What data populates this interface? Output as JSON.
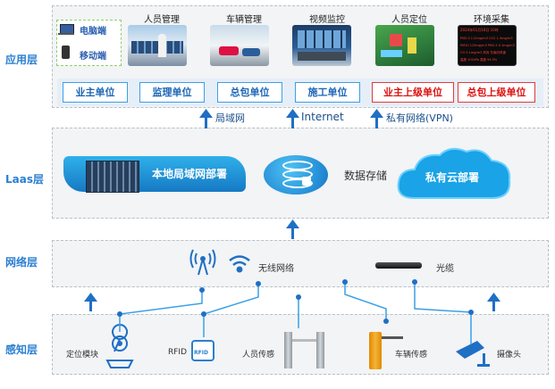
{
  "layers": {
    "application": "应用层",
    "iaas": "Laas层",
    "network": "网络层",
    "perception": "感知层"
  },
  "clients": {
    "pc": "电脑端",
    "mobile": "移动端"
  },
  "apps": [
    "人员管理",
    "车辆管理",
    "视频监控",
    "人员定位",
    "环境采集"
  ],
  "env_screen": {
    "title": "2024年01月18日 10时",
    "lines": [
      "PM2.5 112mg/m3   CO2 1.3mg/m3",
      "PM10 115mg/m3   PM2.5 0.1mg/m3",
      "CO 0.1mg/m3   风向 东南向风速",
      "温度 101kPa   湿度 94.5%"
    ]
  },
  "units": [
    "业主单位",
    "监理单位",
    "总包单位",
    "施工单位",
    "业主上级单位",
    "总包上级单位"
  ],
  "links": [
    "局域网",
    "Internet",
    "私有网络(VPN)"
  ],
  "iaas_items": {
    "local": "本地局域网部署",
    "storage": "数据存储",
    "cloud": "私有云部署"
  },
  "network_items": {
    "wireless": "无线网络",
    "fiber": "光缆"
  },
  "sensors": [
    "定位模块",
    "RFID",
    "人员传感",
    "车辆传感",
    "摄像头"
  ],
  "rfid_badge": "RFID",
  "colors": {
    "accent": "#2b7fd1",
    "red": "#e23b3b",
    "arrow": "#1f6fc5",
    "cloud": "#1aa3e6"
  }
}
